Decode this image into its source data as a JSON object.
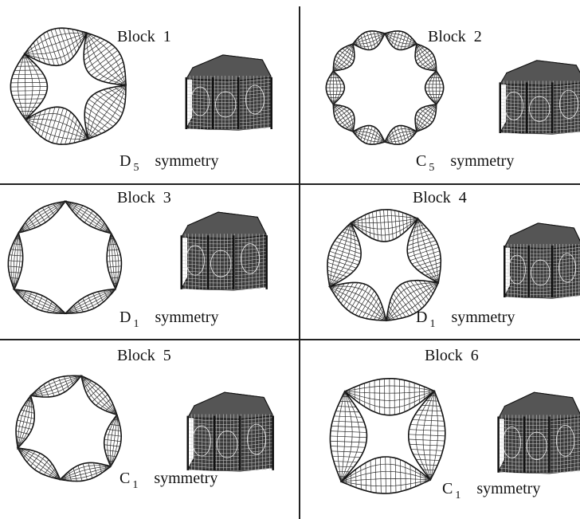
{
  "panels": [
    {
      "block_word": "Block",
      "block_num": "1",
      "sym_letter": "D",
      "sym_sub": "5",
      "sym_word": "symmetry"
    },
    {
      "block_word": "Block",
      "block_num": "2",
      "sym_letter": "C",
      "sym_sub": "5",
      "sym_word": "symmetry"
    },
    {
      "block_word": "Block",
      "block_num": "3",
      "sym_letter": "D",
      "sym_sub": "1",
      "sym_word": "symmetry"
    },
    {
      "block_word": "Block",
      "block_num": "4",
      "sym_letter": "D",
      "sym_sub": "1",
      "sym_word": "symmetry"
    },
    {
      "block_word": "Block",
      "block_num": "5",
      "sym_letter": "C",
      "sym_sub": "1",
      "sym_word": "symmetry"
    },
    {
      "block_word": "Block",
      "block_num": "6",
      "sym_letter": "C",
      "sym_sub": "1",
      "sym_word": "symmetry"
    }
  ],
  "colors": {
    "ink": "#111111",
    "mesh": "#2a2a2a",
    "face": "#3a3a3a"
  }
}
